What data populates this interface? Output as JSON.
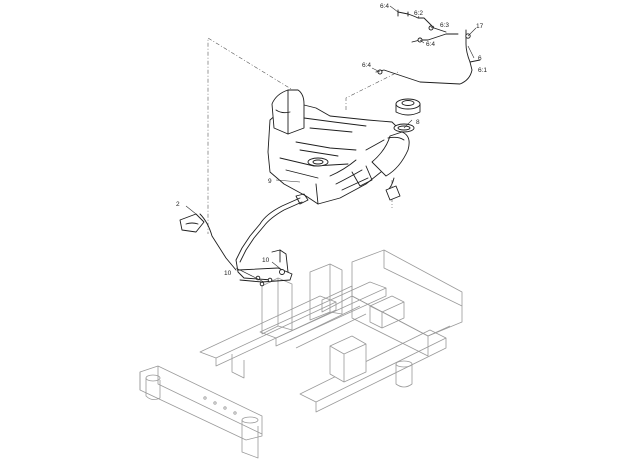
{
  "diagram": {
    "callouts": [
      {
        "id": "c1",
        "text": "6:4"
      },
      {
        "id": "c2",
        "text": "6:2"
      },
      {
        "id": "c3",
        "text": "6:3"
      },
      {
        "id": "c4",
        "text": "6:4"
      },
      {
        "id": "c5",
        "text": "17"
      },
      {
        "id": "c6",
        "text": "6"
      },
      {
        "id": "c7",
        "text": "6:1"
      },
      {
        "id": "c8",
        "text": "6:4"
      },
      {
        "id": "c9",
        "text": "8"
      },
      {
        "id": "c10",
        "text": "9"
      },
      {
        "id": "c11",
        "text": "2"
      },
      {
        "id": "c12",
        "text": "10"
      },
      {
        "id": "c13",
        "text": "10"
      }
    ],
    "colors": {
      "line": "#1e1e1e",
      "frame": "#9a9a9a",
      "background": "#ffffff"
    }
  }
}
